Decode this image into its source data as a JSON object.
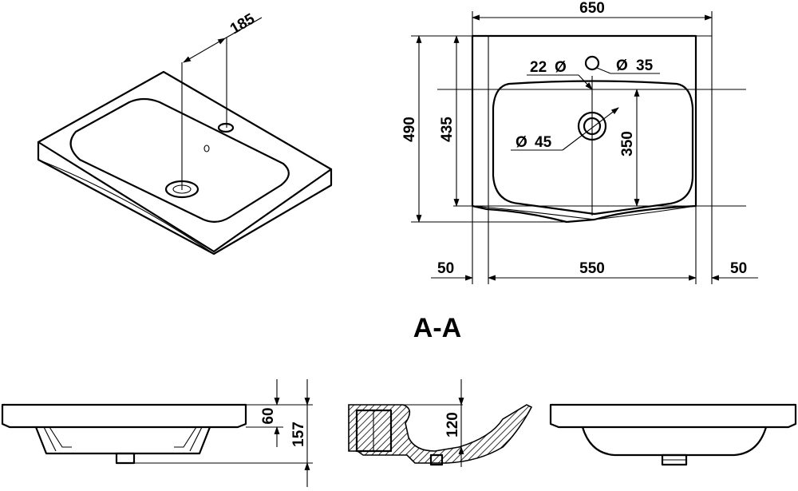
{
  "iso_view": {
    "dim_faucet_offset": "185"
  },
  "plan_view": {
    "dim_overall_width": "650",
    "dim_overall_depth": "490",
    "dim_bowl_depth": "435",
    "dim_bowl_inner": "350",
    "dim_inner_width": "550",
    "dim_left_rim": "50",
    "dim_right_rim": "50",
    "label_overflow_hole": "22",
    "label_faucet_hole": "35",
    "label_drain_hole": "45",
    "diameter_symbol": "Ø"
  },
  "section_label": "A-A",
  "elevation_views": {
    "dim_rim_height": "60",
    "dim_total_height": "157",
    "dim_bowl_height": "120"
  }
}
